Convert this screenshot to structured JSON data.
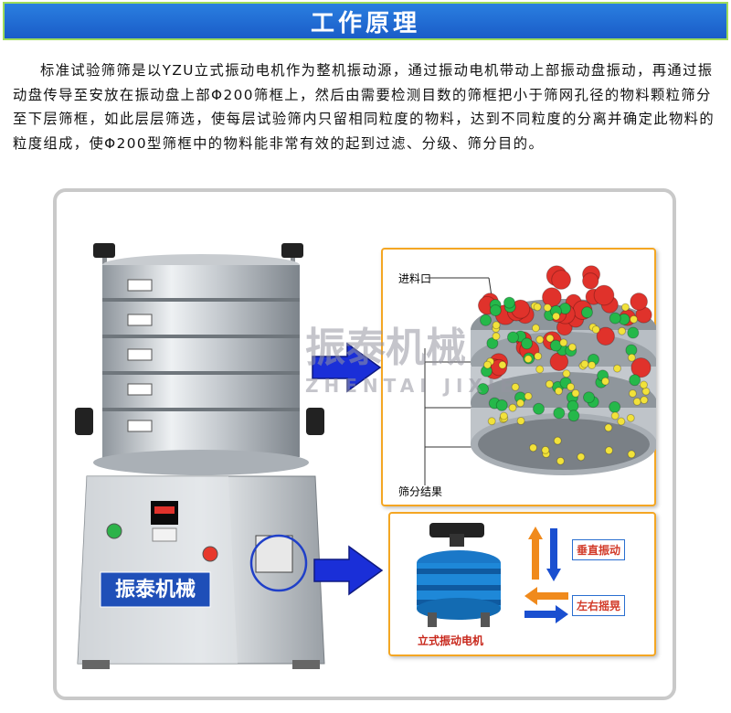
{
  "header": {
    "title": "工作原理"
  },
  "intro": {
    "text": "标准试验筛筛是以YZU立式振动电机作为整机振动源，通过振动电机带动上部振动盘振动，再通过振动盘传导至安放在振动盘上部Φ200筛框上，然后由需要检测目数的筛框把小于筛网孔径的物料颗粒筛分至下层筛框，如此层层筛选，使每层试验筛内只留相同粒度的物料，达到不同粒度的分离并确定此物料的粒度组成，使Φ200型筛框中的物料能非常有效的起到过滤、分级、筛分目的。"
  },
  "machine": {
    "brand_label": "振泰机械"
  },
  "diagram": {
    "inlet_label": "进料口",
    "result_label": "筛分结果",
    "motor_caption": "立式振动电机",
    "vertical_label": "垂直振动",
    "horizontal_label": "左右摇晃"
  },
  "watermark": {
    "text": "振泰机械",
    "sub": "ZHENTAI JIXIE"
  },
  "colors": {
    "header_bg": "#1a5cc8",
    "header_border": "#9fdc5a",
    "panel_border": "#f4a623",
    "arrow": "#1a2fd8"
  }
}
